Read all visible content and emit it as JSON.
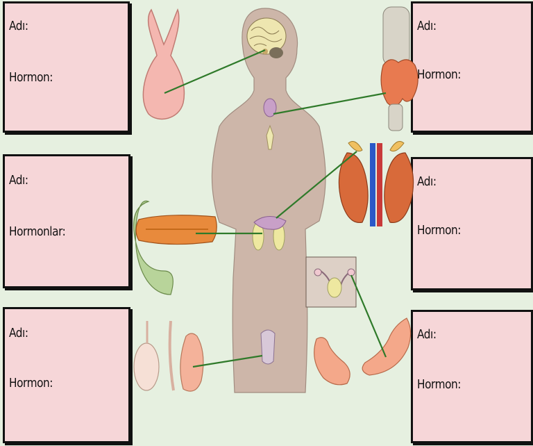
{
  "boxes": {
    "top_left": {
      "name_label": "Adı:",
      "hormone_label": "Hormon:"
    },
    "mid_left": {
      "name_label": "Adı:",
      "hormone_label": "Hormonlar:"
    },
    "bottom_left": {
      "name_label": "Adı:",
      "hormone_label": "Hormon:"
    },
    "top_right": {
      "name_label": "Adı:",
      "hormone_label": "Hormon:"
    },
    "mid_right": {
      "name_label": "Adı:",
      "hormone_label": "Hormon:"
    },
    "bottom_right": {
      "name_label": "Adı:",
      "hormone_label": "Hormon:"
    }
  },
  "colors": {
    "background": "#e6f0e0",
    "box_fill": "#f6d6d8",
    "connector_line": "#2f7a2a",
    "body_skin": "#cbb0a4",
    "organ_pink": "#f2a99a",
    "organ_orange": "#e88a3c"
  }
}
